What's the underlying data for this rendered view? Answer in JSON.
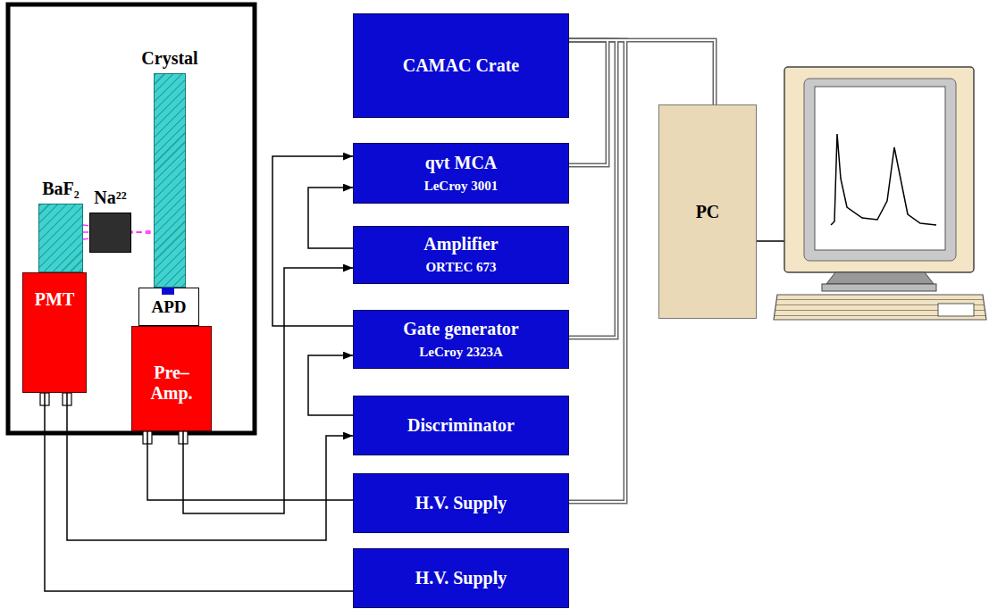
{
  "diagram": {
    "nodes": [
      {
        "text": [
          "BaF₂"
        ]
      },
      {
        "text": [
          "Na²²"
        ]
      },
      {
        "text": [
          "Crystal"
        ]
      },
      {
        "text": [
          "PMT"
        ]
      },
      {
        "text": [
          "APD"
        ]
      },
      {
        "text": [
          "Pre– Amp."
        ]
      },
      {
        "text": [
          "CAMAC Crate"
        ]
      },
      {
        "text": [
          "qvt MCA",
          "LeCroy 3001"
        ]
      },
      {
        "text": [
          "Amplifier",
          "ORTEC 673"
        ]
      },
      {
        "text": [
          "Gate generator",
          "LeCroy 2323A"
        ]
      },
      {
        "text": [
          "Discriminator"
        ]
      },
      {
        "text": [
          "H.V. Supply"
        ]
      },
      {
        "text": [
          "H.V. Supply"
        ]
      },
      {
        "text": [
          "PC"
        ]
      }
    ],
    "edges": [
      {
        "from": 5,
        "to": 8,
        "arrow": "to"
      },
      {
        "from": 8,
        "to": 7,
        "arrow": "to"
      },
      {
        "from": 9,
        "to": 7,
        "arrow": "to"
      },
      {
        "from": 10,
        "to": 9,
        "arrow": "to"
      },
      {
        "from": 3,
        "to": 10,
        "arrow": "to"
      },
      {
        "from": 11,
        "to": 5,
        "arrow": "none"
      },
      {
        "from": 12,
        "to": 3,
        "arrow": "none"
      },
      {
        "from": 6,
        "to": 13,
        "arrow": "none"
      },
      {
        "from": 7,
        "to": 6,
        "arrow": "none"
      },
      {
        "from": 9,
        "to": 6,
        "arrow": "none"
      },
      {
        "from": 11,
        "to": 6,
        "arrow": "none"
      }
    ]
  }
}
